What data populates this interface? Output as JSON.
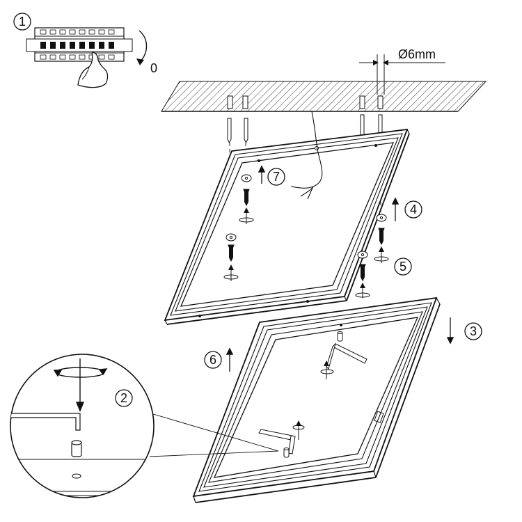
{
  "diagram": {
    "steps": [
      {
        "id": "step-1",
        "label": "1",
        "caption": "switch off breaker"
      },
      {
        "id": "step-2",
        "label": "2",
        "caption": "loosen screw with hex key"
      },
      {
        "id": "step-3",
        "label": "3",
        "caption": "lower panel"
      },
      {
        "id": "step-4",
        "label": "4",
        "caption": "raise frame to ceiling"
      },
      {
        "id": "step-5",
        "label": "5",
        "caption": "screw frame to ceiling"
      },
      {
        "id": "step-6",
        "label": "6",
        "caption": "raise panel into frame"
      },
      {
        "id": "step-7",
        "label": "7",
        "caption": "connect wiring"
      }
    ],
    "drill_diameter": "Ø6mm",
    "breaker_position": "0",
    "icons": [
      "circuit-breaker-icon",
      "hand-icon",
      "rotation-arrow-icon",
      "hex-key-icon",
      "screw-icon",
      "wall-plug-icon",
      "washer-icon",
      "ceiling-hatch-icon"
    ],
    "line_color": "#1a1a1a",
    "fill_color": "#ffffff"
  }
}
